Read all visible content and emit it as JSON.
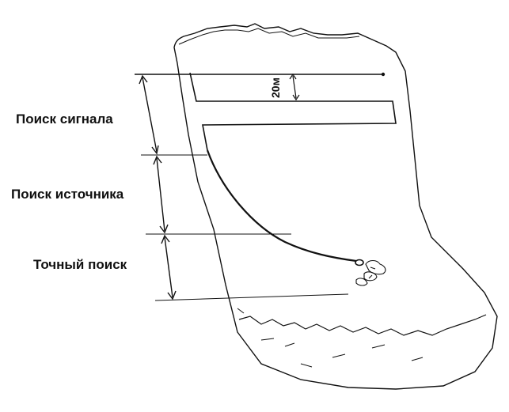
{
  "phases": {
    "signal_search": "Поиск сигнала",
    "source_search": "Поиск источника",
    "fine_search": "Точный поиск"
  },
  "spacing": {
    "label": "20м"
  },
  "colors": {
    "ink": "#111111",
    "background": "#ffffff"
  }
}
